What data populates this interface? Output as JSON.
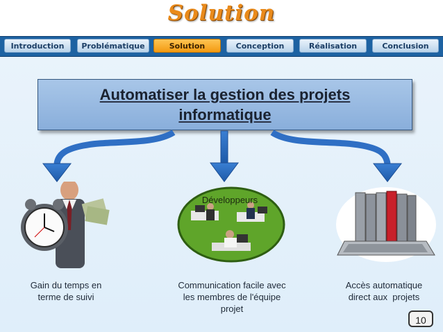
{
  "title": "Solution",
  "nav": {
    "tabs": [
      "Introduction",
      "Problématique",
      "Solution",
      "Conception",
      "Réalisation",
      "Conclusion"
    ],
    "active_index": 2
  },
  "headline": {
    "line1": "Automatiser la gestion des projets",
    "line2": "informatique"
  },
  "panels": {
    "developers_label": "Développeurs"
  },
  "captions": {
    "left": [
      "Gain du temps en",
      "terme de suivi"
    ],
    "middle": [
      "Communication facile avec",
      "les membres de l'équipe",
      "projet"
    ],
    "right": [
      "Accès automatique",
      "direct aux  projets"
    ]
  },
  "page_number": "10",
  "colors": {
    "title_orange": "#e98a1b",
    "nav_blue": "#1d62a2",
    "active_tab": "#f39a12",
    "headline_fill": "#98b9e0",
    "arrow_blue": "#2f6fc4",
    "green_oval": "#5fa52a"
  }
}
